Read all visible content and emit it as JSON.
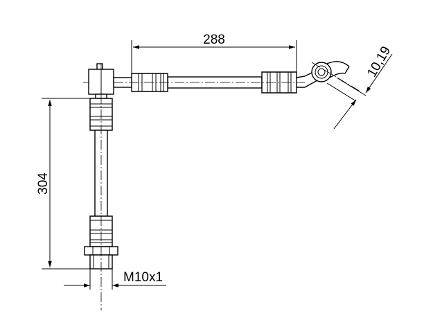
{
  "dimensions": {
    "horizontal_length": "288",
    "vertical_length": "304",
    "thread": "M10x1",
    "fitting_width": "10,19"
  },
  "colors": {
    "line": "#000000",
    "background": "#ffffff"
  }
}
